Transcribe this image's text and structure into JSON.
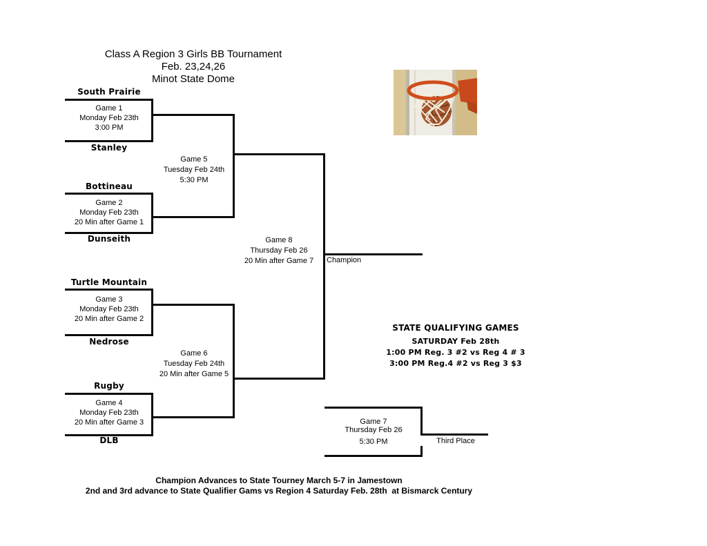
{
  "title": {
    "line1": "Class A Region 3 Girls BB Tournament",
    "line2": "Feb. 23,24,26",
    "line3": "Minot State Dome"
  },
  "teams": {
    "south_prairie": "South Prairie",
    "stanley": "Stanley",
    "bottineau": "Bottineau",
    "dunseith": "Dunseith",
    "turtle_mountain": "Turtle Mountain",
    "nedrose": "Nedrose",
    "rugby": "Rugby",
    "dlb": "DLB"
  },
  "games": {
    "g1": {
      "name": "Game 1",
      "date": "Monday Feb 23th",
      "time": "3:00 PM"
    },
    "g2": {
      "name": "Game 2",
      "date": "Monday Feb 23th",
      "time": "20 Min after Game 1"
    },
    "g3": {
      "name": "Game 3",
      "date": "Monday Feb 23th",
      "time": "20 Min after Game 2"
    },
    "g4": {
      "name": "Game 4",
      "date": "Monday Feb 23th",
      "time": "20 Min after Game 3"
    },
    "g5": {
      "name": "Game 5",
      "date": "Tuesday Feb 24th",
      "time": "5:30 PM"
    },
    "g6": {
      "name": "Game 6",
      "date": "Tuesday Feb 24th",
      "time": "20 Min after Game 5"
    },
    "g7": {
      "name": "Game 7",
      "date": "Thursday Feb 26",
      "time": "5:30 PM"
    },
    "g8": {
      "name": "Game 8",
      "date": "Thursday Feb 26",
      "time": "20 Min after Game 7"
    }
  },
  "placements": {
    "champion": "Champion",
    "third_place": "Third Place"
  },
  "qualifying": {
    "heading": "STATE QUALIFYING GAMES",
    "date_line": "SATURDAY Feb 28th",
    "matchup1": "1:00 PM Reg. 3 #2 vs Reg 4 # 3",
    "matchup2": "3:00 PM Reg.4 #2 vs Reg 3 $3"
  },
  "footer": {
    "line1": "Champion Advances to State Tourney March 5-7 in Jamestown",
    "line2": "2nd and 3rd advance to State Qualifier Gams vs Region 4 Saturday Feb. 28th  at Bismarck Century"
  },
  "photo": {
    "label": "basketball-in-hoop-photo",
    "colors": {
      "wall": "#dbc795",
      "wall_dark": "#d2bd89",
      "backboard": "#efece4",
      "board_edge": "#bdb7a6",
      "board_edge2": "#c9c3b2",
      "rim": "#cf4e1c",
      "mount": "#c8491c",
      "ball": "#a3552e",
      "ball_seam": "#6f3414",
      "net": "#f2ebd8"
    }
  }
}
